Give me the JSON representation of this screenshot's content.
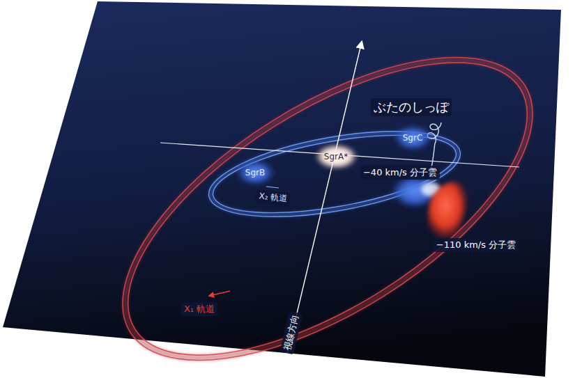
{
  "diagram": {
    "nodes": [
      {
        "text": [
          "SgrC"
        ]
      },
      {
        "text": [
          "SgrA*"
        ]
      },
      {
        "text": [
          "SgrB"
        ]
      }
    ],
    "labels": [
      "ぶたのしっぽ",
      "−40 km/s 分子雲",
      "X₂ 軌道",
      "−110 km/s 分子雲",
      "X₁ 軌道",
      "視線方向"
    ]
  }
}
